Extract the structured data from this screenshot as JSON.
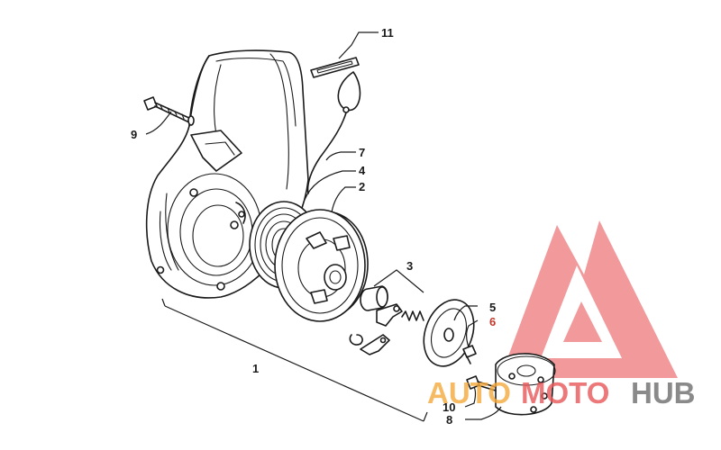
{
  "callouts": {
    "c1": "1",
    "c2": "2",
    "c3": "3",
    "c4": "4",
    "c5": "5",
    "c6": "6",
    "c7": "7",
    "c8": "8",
    "c9": "9",
    "c10": "10",
    "c11": "11"
  },
  "watermark": {
    "part1": "AUTO",
    "part2": "MOTO",
    "part3": "HUB"
  },
  "colors": {
    "line": "#1a1a1a",
    "watermark_red": "#e8575a",
    "watermark_orange": "#f5a93b",
    "watermark_grey": "#6e6e6e",
    "highlight_callout": "#c0392b"
  }
}
